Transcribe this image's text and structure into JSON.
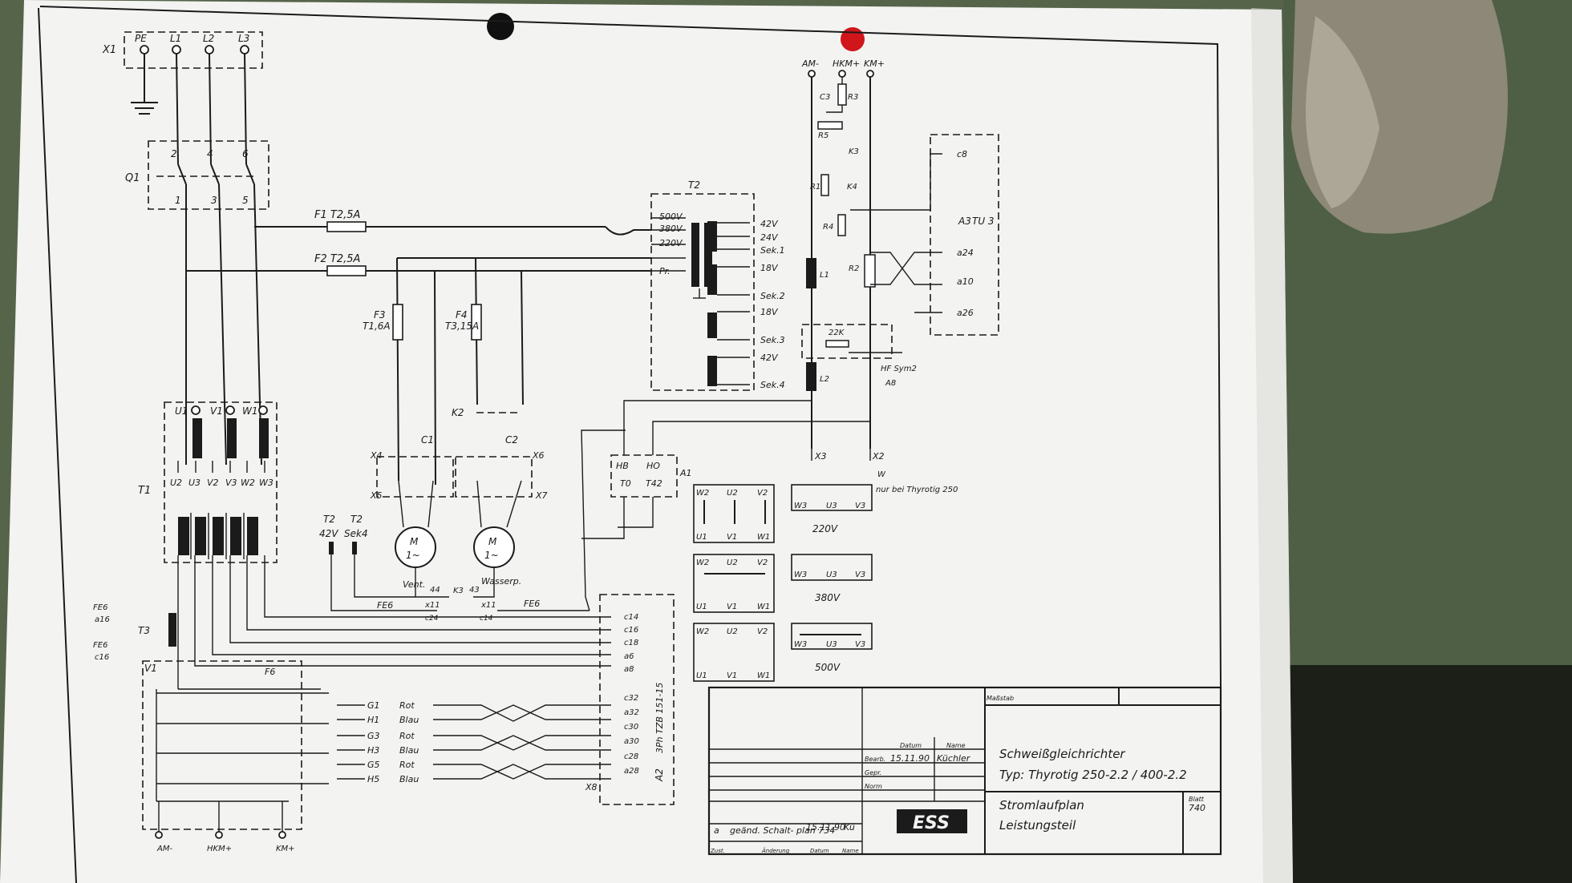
{
  "mains": {
    "connector": "X1",
    "terminals": [
      "PE",
      "L1",
      "L2",
      "L3"
    ],
    "switch": "Q1",
    "switch_top": [
      "2",
      "4",
      "6"
    ],
    "switch_bottom": [
      "1",
      "3",
      "5"
    ]
  },
  "fuses": {
    "f1": "F1 T2,5A",
    "f2": "F2 T2,5A",
    "f3_name": "F3",
    "f3_val": "T1,6A",
    "f4_name": "F4",
    "f4_val": "T3,15A"
  },
  "transformer_t2": {
    "name": "T2",
    "primary": [
      "500V",
      "380V",
      "220V",
      "Pr."
    ],
    "secondary": [
      "42V",
      "24V",
      "Sek.1",
      "18V",
      "Sek.2",
      "18V",
      "Sek.3",
      "42V",
      "Sek.4"
    ]
  },
  "transformer_t1": {
    "name": "T1",
    "top": [
      "U1",
      "V1",
      "W1"
    ],
    "bottom": [
      "U2",
      "U3",
      "V2",
      "V3",
      "W2",
      "W3"
    ]
  },
  "motors": {
    "symbol": "M",
    "phase": "1~",
    "vent": "Vent.",
    "pump": "Wasserp.",
    "k2": "K2",
    "c1": "C1",
    "c2": "C2",
    "x4": "X4",
    "x5": "X5",
    "x6": "X6",
    "x7": "X7",
    "k3": "K3",
    "n44": "44",
    "n43": "43",
    "x11a": "x11",
    "x11b": "x11",
    "c24": "c24",
    "c14b": "c14"
  },
  "control": {
    "outputs": [
      "AM-",
      "HKM+",
      "KM+"
    ],
    "components": [
      "C3",
      "R3",
      "R5",
      "K3",
      "R1",
      "K4",
      "R4",
      "L1",
      "R2",
      "L2",
      "22K"
    ],
    "hf": "HF Sym2",
    "a8": "A8",
    "a3": "A3",
    "tu3": "TU 3",
    "a3_pins": [
      "c8",
      "a24",
      "a10",
      "a26"
    ],
    "x3": "X3",
    "x2": "X2",
    "w": "W"
  },
  "a1": {
    "name": "A1",
    "pins": [
      "HB",
      "HO",
      "T0",
      "T42"
    ]
  },
  "t2_taps": {
    "left": "T2",
    "left_val": "42V",
    "right": "T2",
    "right_val": "Sek4"
  },
  "fe": {
    "fe6_a16": [
      "FE6",
      "a16"
    ],
    "fe6_c16": [
      "FE6",
      "c16"
    ],
    "t3": "T3",
    "fe6a": "FE6",
    "fe6b": "FE6",
    "v1": "V1",
    "f6": "F6"
  },
  "a2": {
    "name": "A2",
    "desc": "3Ph TZB 151-15",
    "pins": [
      "c14",
      "c16",
      "c18",
      "a6",
      "a8",
      "c32",
      "a32",
      "c30",
      "a30",
      "c28",
      "a28"
    ],
    "x8": "X8"
  },
  "gates": [
    {
      "id": "G1",
      "color": "Rot"
    },
    {
      "id": "H1",
      "color": "Blau"
    },
    {
      "id": "G3",
      "color": "Rot"
    },
    {
      "id": "H3",
      "color": "Blau"
    },
    {
      "id": "G5",
      "color": "Rot"
    },
    {
      "id": "H5",
      "color": "Blau"
    }
  ],
  "bottom_terminals": [
    "AM-",
    "HKM+",
    "KM+"
  ],
  "wiring_tables": {
    "top_row": [
      "W2",
      "U2",
      "V2"
    ],
    "bottom_row": [
      "U1",
      "V1",
      "W1"
    ],
    "alt_row": [
      "W3",
      "U3",
      "V3"
    ],
    "labels": [
      "220V",
      "380V",
      "500V"
    ],
    "note": "nur bei Thyrotig 250"
  },
  "title_block": {
    "massstab": "Maßstab",
    "datum": "Datum",
    "name": "Name",
    "bearb": "Bearb.",
    "gepr": "Gepr.",
    "norm": "Norm",
    "bearb_date": "15.11.90",
    "bearb_name": "Küchler",
    "title": "Schweißgleichrichter",
    "type": "Typ: Thyrotig 250-2.2 / 400-2.2",
    "doc1": "Stromlaufplan",
    "doc2": "Leistungsteil",
    "logo": "ESS",
    "blatt_label": "Blatt",
    "blatt": "740",
    "rev_a": "a",
    "rev_text": "geänd. Schalt- plan 734",
    "rev_date": "15.11.90",
    "rev_name": "Kü",
    "zust": "Zust.",
    "aenderung": "Änderung",
    "datum2": "Datum",
    "name2": "Name"
  }
}
